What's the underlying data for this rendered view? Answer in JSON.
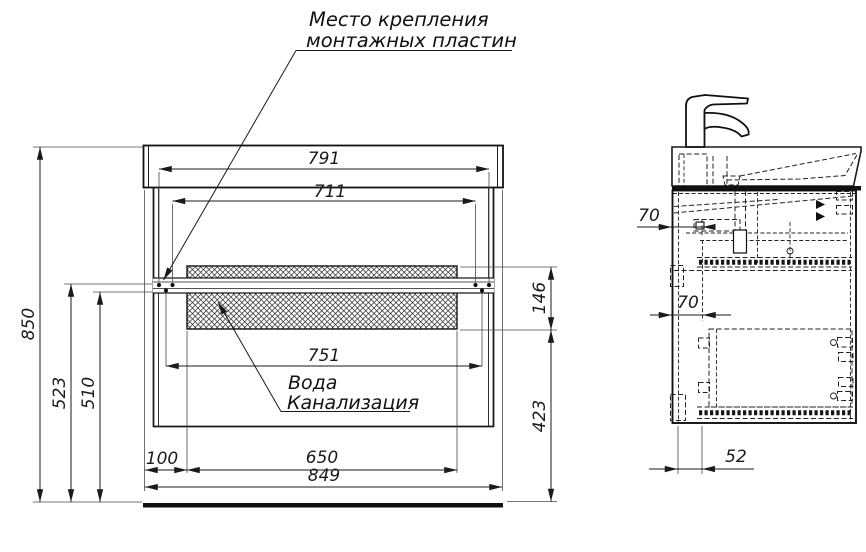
{
  "colors": {
    "line": "#1a1a1a",
    "background": "#ffffff",
    "hatch": "#2a2a2a"
  },
  "annotations": {
    "mounting_plate_note": {
      "line1": "Место крепления",
      "line2": "монтажных пластин"
    },
    "utilities_note": {
      "line1": "Вода",
      "line2": "Канализация"
    }
  },
  "front_view": {
    "dims": {
      "basin_width": "791",
      "inner_width": "711",
      "mount_zone_height": "146",
      "mount_plate_span": "751",
      "left_offset": "100",
      "mount_zone_width": "650",
      "overall_width": "849",
      "overall_height": "850",
      "rail_height_outer": "523",
      "rail_height_inner": "510",
      "under_zone_height": "423"
    }
  },
  "side_view": {
    "dims": {
      "plate_offset_upper": "70",
      "plate_offset_lower": "70",
      "bottom_offset": "52"
    }
  }
}
